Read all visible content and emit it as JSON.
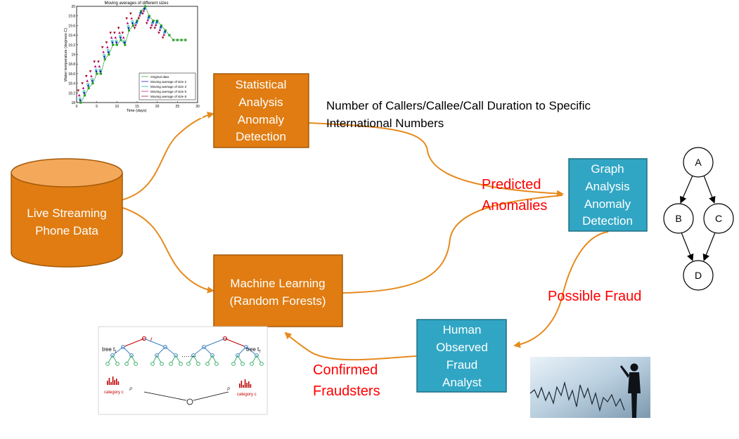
{
  "colors": {
    "orange": "#e07c11",
    "orange_dark": "#a35a0a",
    "teal": "#31a6c4",
    "teal_dark": "#1d6e84",
    "arrow": "#e68a1e",
    "red_text": "#ff0000"
  },
  "nodes": {
    "database": [
      "Live Streaming",
      "Phone Data"
    ],
    "stats": [
      "Statistical",
      "Analysis",
      "Anomaly",
      "Detection"
    ],
    "ml": [
      "Machine Learning",
      "(Random Forests)"
    ],
    "graph": [
      "Graph",
      "Analysis",
      "Anomaly",
      "Detection"
    ],
    "human": [
      "Human",
      "Observed",
      "Fraud",
      "Analyst"
    ]
  },
  "labels": {
    "callers": [
      "Number of Callers/Callee/Call Duration to Specific",
      "International Numbers"
    ],
    "predicted": [
      "Predicted",
      "Anomalies"
    ],
    "possible": "Possible Fraud",
    "confirmed": [
      "Confirmed",
      "Fraudsters"
    ]
  },
  "chart_inset": {
    "title": "Moving averages of different sizes",
    "xlabel": "Time (days)",
    "ylabel": "Water temperature (degrees C)",
    "xticks": [
      "0",
      "5",
      "10",
      "15",
      "20",
      "25",
      "30"
    ],
    "yticks": [
      "18",
      "18.2",
      "18.4",
      "18.6",
      "18.8",
      "19",
      "19.2",
      "19.4",
      "19.6",
      "19.8",
      "20"
    ],
    "legend": [
      "Original data",
      "Moving average of size 2",
      "Moving average of size 3",
      "Moving average of size 5",
      "Moving average of size 8"
    ]
  },
  "forest_inset": {
    "tree1": "tree t",
    "tree1_sub": "1",
    "treeT": "tree t",
    "treeT_sub": "T",
    "split": "f",
    "dots": "·······",
    "category_left": "category c",
    "category_right": "category c",
    "p_left": "P",
    "p_right": "P"
  },
  "graph_inset": {
    "nodes": [
      "A",
      "B",
      "C",
      "D"
    ]
  }
}
